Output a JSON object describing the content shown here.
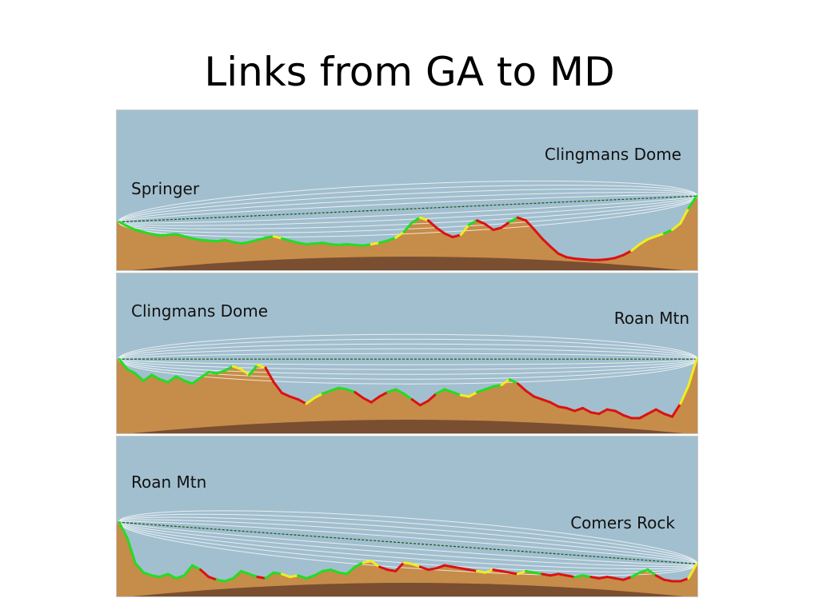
{
  "title": "Links from  GA to MD",
  "colors": {
    "sky": "#a2bfcf",
    "terrain": "#c68c4a",
    "earth": "#7a4e30",
    "clear": "#22dd22",
    "marginal": "#eeee22",
    "blocked": "#dd1111",
    "fresnel": "#ffffff",
    "line_of_sight": "#115511"
  },
  "panels": [
    {
      "start_label": "Springer",
      "end_label": "Clingmans Dome",
      "start_elev": 0.56,
      "end_elev": 0.92,
      "profile": [
        0.56,
        0.5,
        0.45,
        0.42,
        0.39,
        0.37,
        0.38,
        0.39,
        0.36,
        0.33,
        0.31,
        0.3,
        0.29,
        0.31,
        0.28,
        0.26,
        0.28,
        0.31,
        0.34,
        0.36,
        0.33,
        0.3,
        0.27,
        0.25,
        0.26,
        0.27,
        0.25,
        0.24,
        0.25,
        0.24,
        0.23,
        0.25,
        0.27,
        0.3,
        0.34,
        0.42,
        0.55,
        0.62,
        0.58,
        0.48,
        0.4,
        0.35,
        0.38,
        0.52,
        0.58,
        0.53,
        0.45,
        0.48,
        0.56,
        0.62,
        0.58,
        0.46,
        0.33,
        0.22,
        0.12,
        0.07,
        0.05,
        0.04,
        0.03,
        0.03,
        0.04,
        0.06,
        0.1,
        0.16,
        0.25,
        0.32,
        0.36,
        0.4,
        0.45,
        0.54,
        0.75,
        0.92
      ],
      "status": [
        0,
        0,
        0,
        0,
        0,
        0,
        0,
        0,
        0,
        0,
        0,
        0,
        0,
        0,
        0,
        0,
        0,
        0,
        0,
        1,
        0,
        0,
        0,
        0,
        0,
        0,
        0,
        0,
        0,
        0,
        0,
        1,
        0,
        0,
        1,
        0,
        0,
        1,
        2,
        2,
        2,
        2,
        1,
        0,
        2,
        2,
        2,
        2,
        0,
        2,
        2,
        2,
        2,
        2,
        2,
        2,
        2,
        2,
        2,
        2,
        2,
        2,
        2,
        1,
        1,
        1,
        1,
        0,
        1,
        1,
        0,
        0
      ]
    },
    {
      "start_label": "Clingmans Dome",
      "end_label": "Roan Mtn",
      "start_elev": 0.92,
      "end_elev": 0.92,
      "profile": [
        0.92,
        0.78,
        0.72,
        0.62,
        0.7,
        0.64,
        0.6,
        0.68,
        0.62,
        0.58,
        0.66,
        0.74,
        0.72,
        0.76,
        0.82,
        0.78,
        0.7,
        0.84,
        0.8,
        0.6,
        0.45,
        0.4,
        0.36,
        0.3,
        0.38,
        0.44,
        0.48,
        0.52,
        0.5,
        0.46,
        0.38,
        0.32,
        0.4,
        0.46,
        0.5,
        0.44,
        0.36,
        0.28,
        0.34,
        0.44,
        0.5,
        0.46,
        0.42,
        0.4,
        0.46,
        0.5,
        0.54,
        0.56,
        0.64,
        0.58,
        0.48,
        0.4,
        0.36,
        0.32,
        0.26,
        0.24,
        0.2,
        0.24,
        0.18,
        0.16,
        0.22,
        0.2,
        0.14,
        0.1,
        0.1,
        0.16,
        0.22,
        0.16,
        0.12,
        0.3,
        0.55,
        0.92
      ],
      "status": [
        0,
        0,
        0,
        0,
        0,
        0,
        0,
        0,
        0,
        0,
        0,
        0,
        0,
        0,
        1,
        1,
        0,
        1,
        2,
        2,
        2,
        2,
        2,
        1,
        1,
        0,
        0,
        0,
        0,
        2,
        2,
        2,
        2,
        0,
        0,
        0,
        2,
        2,
        2,
        0,
        0,
        0,
        1,
        1,
        0,
        0,
        0,
        1,
        0,
        2,
        2,
        2,
        2,
        2,
        2,
        2,
        2,
        2,
        2,
        2,
        2,
        2,
        2,
        2,
        2,
        2,
        2,
        2,
        2,
        1,
        1,
        0
      ]
    },
    {
      "start_label": "Roan Mtn",
      "end_label": "Comers Rock",
      "start_elev": 0.92,
      "end_elev": 0.34,
      "profile": [
        0.92,
        0.7,
        0.35,
        0.22,
        0.18,
        0.16,
        0.2,
        0.14,
        0.18,
        0.32,
        0.26,
        0.16,
        0.12,
        0.1,
        0.14,
        0.24,
        0.2,
        0.16,
        0.14,
        0.22,
        0.2,
        0.16,
        0.18,
        0.14,
        0.18,
        0.24,
        0.26,
        0.22,
        0.2,
        0.3,
        0.36,
        0.38,
        0.3,
        0.26,
        0.24,
        0.36,
        0.34,
        0.3,
        0.26,
        0.28,
        0.32,
        0.3,
        0.28,
        0.26,
        0.24,
        0.22,
        0.26,
        0.24,
        0.22,
        0.2,
        0.24,
        0.22,
        0.2,
        0.18,
        0.2,
        0.18,
        0.16,
        0.18,
        0.16,
        0.14,
        0.16,
        0.14,
        0.12,
        0.16,
        0.22,
        0.26,
        0.18,
        0.12,
        0.1,
        0.1,
        0.14,
        0.34
      ],
      "status": [
        0,
        0,
        0,
        0,
        0,
        0,
        0,
        0,
        0,
        0,
        2,
        2,
        0,
        0,
        0,
        0,
        0,
        2,
        0,
        0,
        1,
        1,
        0,
        0,
        0,
        0,
        0,
        0,
        0,
        0,
        1,
        1,
        2,
        2,
        2,
        1,
        1,
        2,
        2,
        2,
        2,
        2,
        2,
        2,
        1,
        1,
        2,
        2,
        2,
        1,
        0,
        0,
        2,
        2,
        2,
        2,
        0,
        0,
        2,
        2,
        2,
        2,
        2,
        0,
        0,
        0,
        2,
        2,
        2,
        2,
        1,
        0
      ]
    }
  ]
}
